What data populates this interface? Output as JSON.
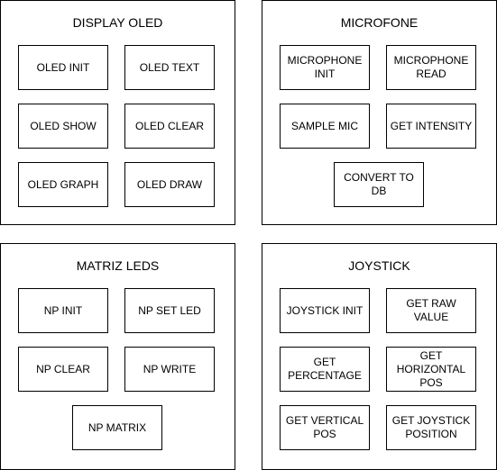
{
  "groups": {
    "oled": {
      "title": "DISPLAY OLED",
      "nodes": [
        "OLED INIT",
        "OLED TEXT",
        "OLED SHOW",
        "OLED CLEAR",
        "OLED GRAPH",
        "OLED DRAW"
      ]
    },
    "mic": {
      "title": "MICROFONE",
      "nodes": [
        "MICROPHONE INIT",
        "MICROPHONE READ",
        "SAMPLE MIC",
        "GET INTENSITY",
        "CONVERT TO DB"
      ]
    },
    "matrix": {
      "title": "MATRIZ LEDS",
      "nodes": [
        "NP INIT",
        "NP SET LED",
        "NP CLEAR",
        "NP WRITE",
        "NP MATRIX"
      ]
    },
    "joystick": {
      "title": "JOYSTICK",
      "nodes": [
        "JOYSTICK INIT",
        "GET RAW VALUE",
        "GET PERCENTAGE",
        "GET HORIZONTAL POS",
        "GET VERTICAL POS",
        "GET JOYSTICK POSITION"
      ]
    }
  }
}
